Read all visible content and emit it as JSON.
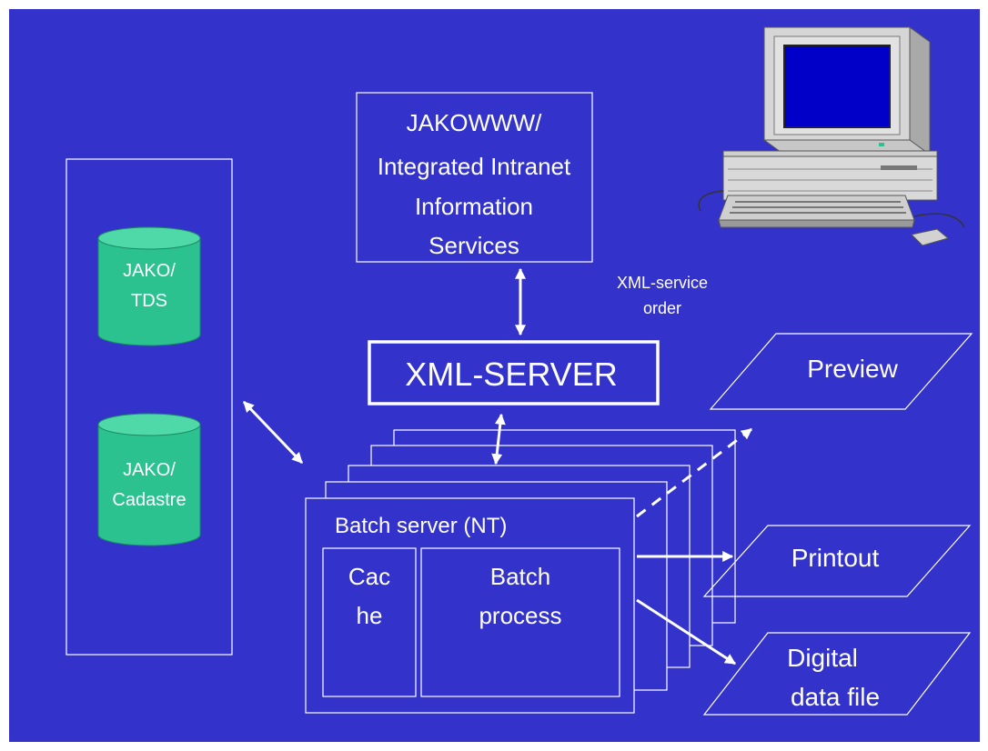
{
  "colors": {
    "background": "#3333cc",
    "foreground": "#ffffff",
    "database": "#2bc28f",
    "database_top": "#4fd8a8"
  },
  "intranet_box": {
    "lines": [
      "JAKOWWW/",
      "Integrated Intranet",
      "Information",
      "Services"
    ]
  },
  "databases": [
    {
      "lines": [
        "JAKO/",
        "TDS"
      ]
    },
    {
      "lines": [
        "JAKO/",
        "Cadastre"
      ]
    }
  ],
  "xml_server": {
    "label": "XML-SERVER"
  },
  "xml_order": {
    "lines": [
      "XML-service",
      "order"
    ]
  },
  "batch_server": {
    "title": "Batch server (NT)",
    "cache_lines": [
      "Cac",
      "he"
    ],
    "process_lines": [
      "Batch",
      "process"
    ]
  },
  "outputs": [
    {
      "lines": [
        "Preview"
      ]
    },
    {
      "lines": [
        "Printout"
      ]
    },
    {
      "lines": [
        "Digital",
        "data file"
      ]
    }
  ],
  "icons": {
    "computer": "desktop-computer-icon"
  }
}
